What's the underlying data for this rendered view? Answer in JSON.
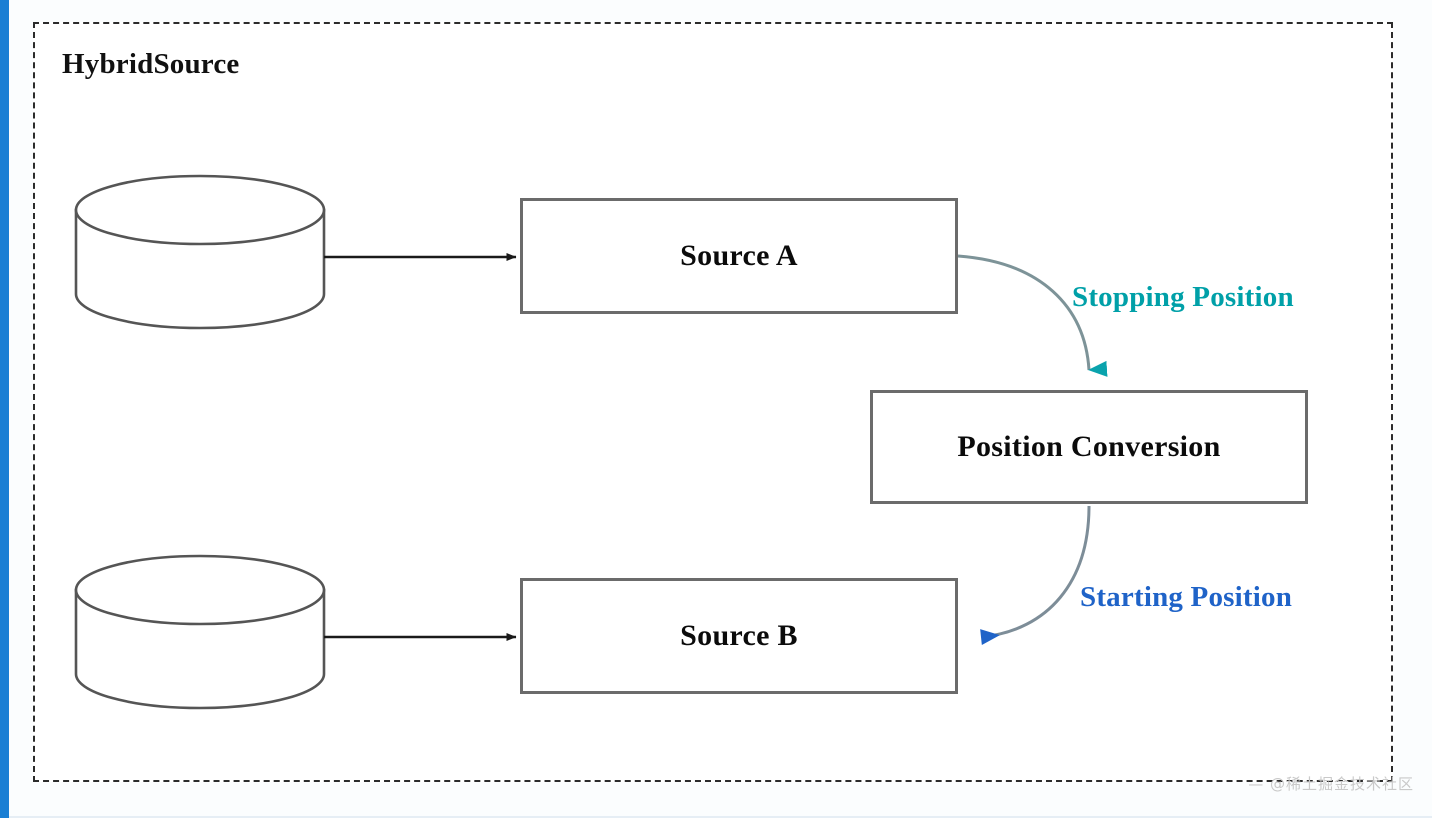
{
  "diagram": {
    "title": "HybridSource",
    "container": {
      "border_style": "dash-dot",
      "border_color": "#2b2b2b"
    },
    "accent_bar_color": "#1a7fd4",
    "nodes": [
      {
        "id": "db-a",
        "type": "database-cylinder",
        "label": ""
      },
      {
        "id": "source-a",
        "type": "process-box",
        "label": "Source A"
      },
      {
        "id": "db-b",
        "type": "database-cylinder",
        "label": ""
      },
      {
        "id": "source-b",
        "type": "process-box",
        "label": "Source B"
      },
      {
        "id": "position-conversion",
        "type": "process-box",
        "label": "Position Conversion"
      }
    ],
    "edges": [
      {
        "id": "db-a-to-source-a",
        "from": "db-a",
        "to": "source-a",
        "label": "",
        "color": "#1a1a1a",
        "style": "straight"
      },
      {
        "id": "db-b-to-source-b",
        "from": "db-b",
        "to": "source-b",
        "label": "",
        "color": "#1a1a1a",
        "style": "straight"
      },
      {
        "id": "source-a-to-conversion",
        "from": "source-a",
        "to": "position-conversion",
        "label": "Stopping Position",
        "color": "#00a0a8",
        "style": "curved"
      },
      {
        "id": "conversion-to-source-b",
        "from": "position-conversion",
        "to": "source-b",
        "label": "Starting Position",
        "color": "#1f63c8",
        "style": "curved"
      }
    ],
    "labels": {
      "stopping_position": "Stopping Position",
      "starting_position": "Starting Position"
    },
    "colors": {
      "stopping_position": "#00a0a8",
      "starting_position": "#1f63c8",
      "box_border": "#6b6b6b",
      "cylinder_stroke": "#555555",
      "arrow_black": "#1a1a1a",
      "accent_blue": "#1a7fd4"
    }
  },
  "watermark": {
    "text": "— @稀土掘金技术社区"
  }
}
